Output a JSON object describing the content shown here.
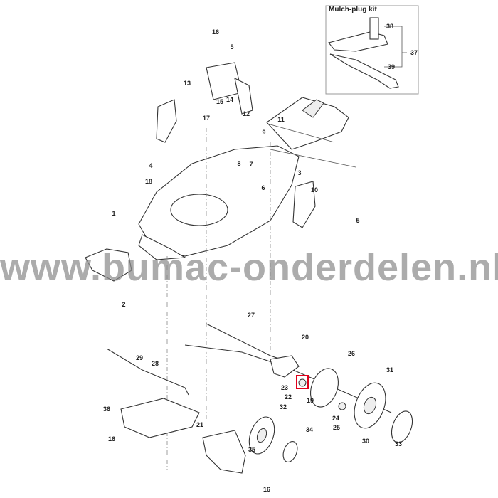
{
  "inset": {
    "title": "Mulch-plug kit",
    "callouts": [
      "38",
      "37",
      "39"
    ]
  },
  "callouts": [
    "16",
    "5",
    "13",
    "14",
    "15",
    "12",
    "17",
    "11",
    "9",
    "8",
    "7",
    "4",
    "18",
    "3",
    "6",
    "10",
    "5",
    "1",
    "2",
    "27",
    "20",
    "26",
    "29",
    "28",
    "31",
    "23",
    "22",
    "19",
    "36",
    "32",
    "24",
    "25",
    "21",
    "16",
    "34",
    "30",
    "33",
    "35",
    "16"
  ],
  "watermark": "www.bumac-onderdelen.nl",
  "highlight": {
    "part": "22",
    "color": "#e0001a"
  }
}
